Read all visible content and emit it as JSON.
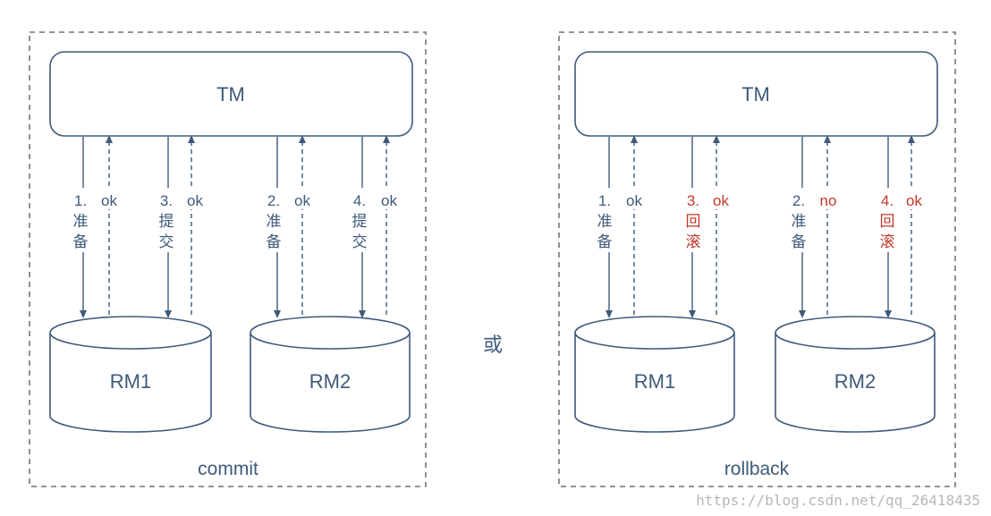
{
  "colors": {
    "line": "#3f5a7a",
    "accent_red": "#c0392b",
    "watermark": "#b7b7b7"
  },
  "separator": "或",
  "watermark": "https://blog.csdn.net/qq_26418435",
  "panels": [
    {
      "id": "commit",
      "caption": "commit",
      "tm_label": "TM",
      "rm1_label": "RM1",
      "rm2_label": "RM2",
      "arrows": [
        {
          "down_label": [
            "1.",
            "准",
            "备"
          ],
          "up_label": "ok",
          "highlight": false
        },
        {
          "down_label": [
            "3.",
            "提",
            "交"
          ],
          "up_label": "ok",
          "highlight": false
        },
        {
          "down_label": [
            "2.",
            "准",
            "备"
          ],
          "up_label": "ok",
          "highlight": false
        },
        {
          "down_label": [
            "4.",
            "提",
            "交"
          ],
          "up_label": "ok",
          "highlight": false
        }
      ]
    },
    {
      "id": "rollback",
      "caption": "rollback",
      "tm_label": "TM",
      "rm1_label": "RM1",
      "rm2_label": "RM2",
      "arrows": [
        {
          "down_label": [
            "1.",
            "准",
            "备"
          ],
          "up_label": "ok",
          "highlight": false
        },
        {
          "down_label": [
            "3.",
            "回",
            "滚"
          ],
          "up_label": "ok",
          "highlight": true
        },
        {
          "down_label": [
            "2.",
            "准",
            "备"
          ],
          "up_label": "no",
          "highlight": false,
          "up_highlight": true
        },
        {
          "down_label": [
            "4.",
            "回",
            "滚"
          ],
          "up_label": "ok",
          "highlight": true
        }
      ]
    }
  ]
}
